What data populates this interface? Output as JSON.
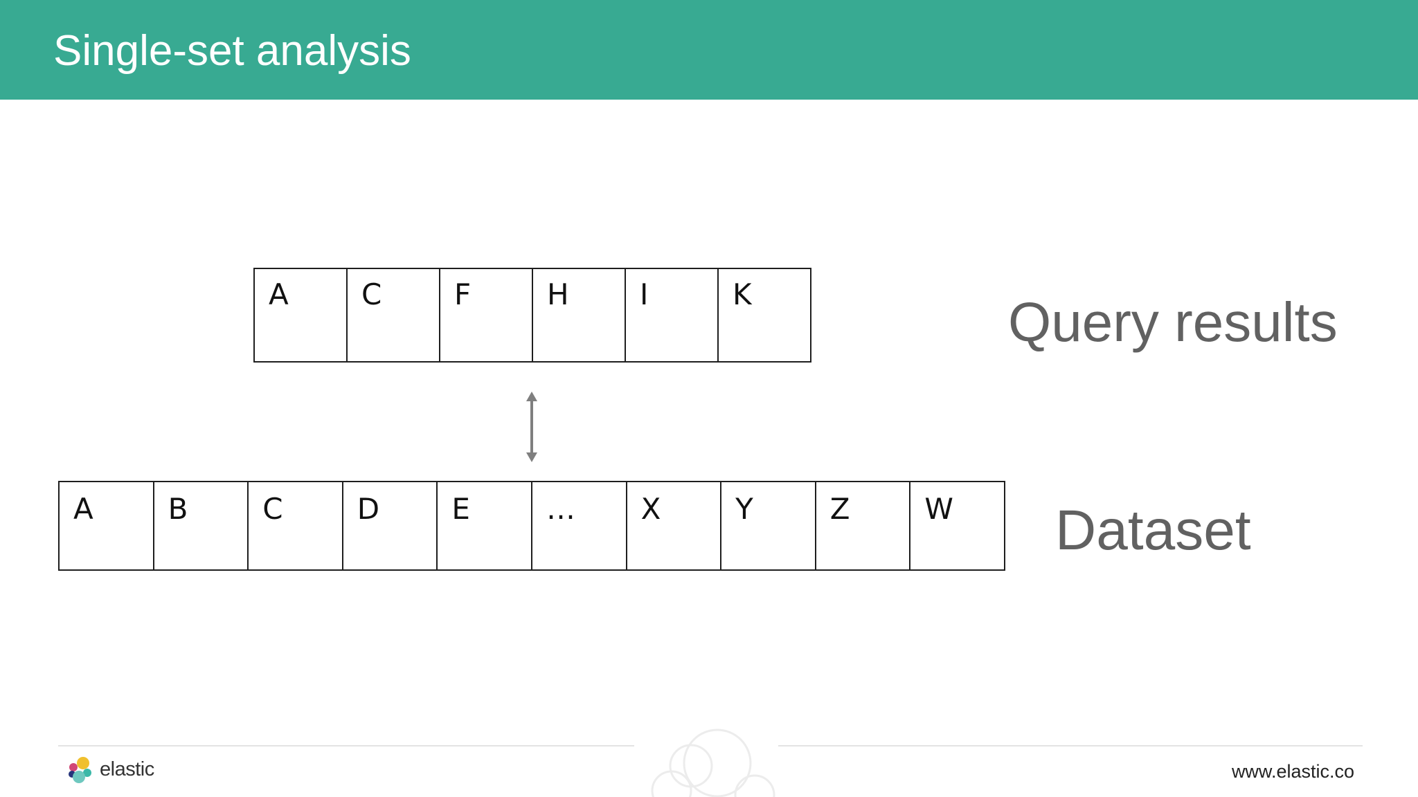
{
  "slide": {
    "title": "Single-set analysis"
  },
  "query_results": {
    "label": "Query results",
    "cells": [
      "A",
      "C",
      "F",
      "H",
      "I",
      "K"
    ]
  },
  "dataset": {
    "label": "Dataset",
    "cells": [
      "A",
      "B",
      "C",
      "D",
      "E",
      "…",
      "X",
      "Y",
      "Z",
      "W"
    ]
  },
  "footer": {
    "logo_text": "elastic",
    "url": "www.elastic.co"
  },
  "colors": {
    "header": "#38aa92",
    "label_text": "#616161",
    "arrow": "#7f7f7f"
  },
  "icons": {
    "arrow": "double-headed-vertical-arrow",
    "logo": "elastic-logo-icon",
    "watermark": "cloud-watermark-icon"
  }
}
